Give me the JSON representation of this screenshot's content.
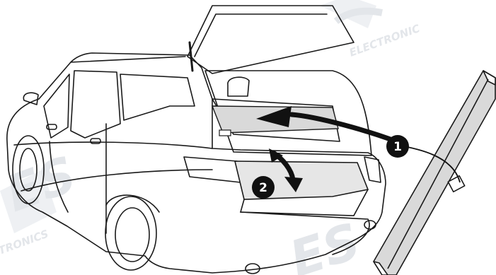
{
  "watermark": {
    "logo_text": "ES",
    "text_top": "ELECTRONIC",
    "text_bottom": "TRONICS",
    "color": "#e3e6ea"
  },
  "callouts": [
    {
      "number": "1"
    },
    {
      "number": "2"
    }
  ],
  "colors": {
    "line": "#1a1a1a",
    "panel_fill": "#d9d9d9",
    "floor_fill": "#e6e6e6",
    "badge_fill": "#111111"
  }
}
